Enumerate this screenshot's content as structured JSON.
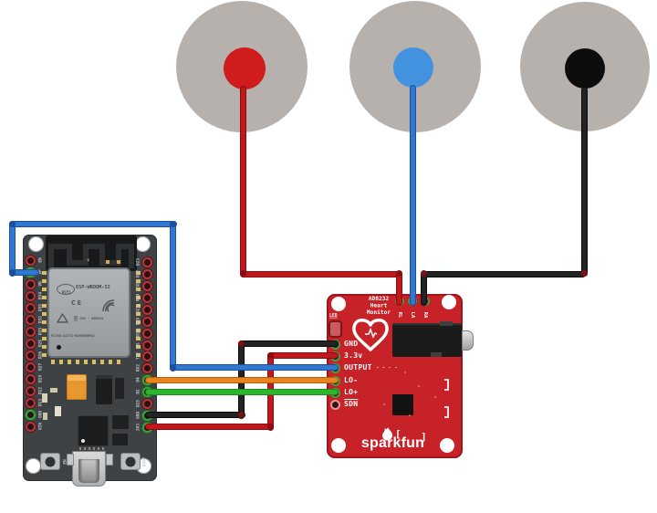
{
  "palette": {
    "pad_gray": "#b7b1ae",
    "dot_red": "#d01c1c",
    "dot_blue": "#4292e0",
    "dot_black": "#0d0d0d",
    "wire_red": "#c0181c",
    "wire_red_dark": "#8c0d10",
    "wire_black": "#212325",
    "wire_black_dark": "#0a0a0a",
    "wire_blue": "#2f77d1",
    "wire_blue_dark": "#1c4e9e",
    "wire_orange": "#e8851f",
    "wire_orange_dark": "#b55f0c",
    "wire_green": "#2db52d",
    "wire_green_dark": "#1d8a1d",
    "board_red": "#c62228",
    "board_red_dark": "#9e161b",
    "pin_ring_red": "#b5383d",
    "pin_ring_green": "#3da144"
  },
  "electrodes": [
    {
      "id": "red-electrode",
      "wire_color": "red",
      "connects_to": "RL"
    },
    {
      "id": "blue-electrode",
      "wire_color": "blue",
      "connects_to": "LA"
    },
    {
      "id": "black-electrode",
      "wire_color": "black",
      "connects_to": "RA"
    }
  ],
  "esp32": {
    "shield_model": "ESP-WROOM-32",
    "wifi": "WiFi",
    "ce": "CE",
    "cert_r": "R",
    "cert_num": "205 - 000519",
    "fcc": "FCC9D:2AC7Z-ESPWROOM32",
    "antenna_label": "c",
    "en_label": "EN",
    "boot_label": "BOOT",
    "left_pins": [
      "EN",
      "VP",
      "VN",
      "D34",
      "D35",
      "D32",
      "D33",
      "D25",
      "D26",
      "D27",
      "D14",
      "D12",
      "D13",
      "GND",
      "VIN"
    ],
    "right_pins": [
      "D23",
      "D22",
      "TXD",
      "RXD",
      "D21",
      "D19",
      "D18",
      "D5",
      "TX2",
      "RX2",
      "D4",
      "D2",
      "D15",
      "GND",
      "3V3"
    ],
    "left_connected": [
      1,
      13
    ],
    "right_connected": [
      10,
      11,
      13,
      14
    ]
  },
  "ad8232": {
    "title1": "AD8232",
    "title2": "Heart Monitor",
    "led": "LED",
    "top_pins": [
      "RL",
      "LA",
      "RA"
    ],
    "left_pins": [
      "GND",
      "3.3v",
      "OUTPUT",
      "LO-",
      "LO+",
      "SDN"
    ],
    "silk_dashes": "- - - -",
    "bracket_open": "[",
    "bracket_close": "]",
    "logo": "sparkfun"
  },
  "wires": [
    {
      "color": "red",
      "from": "red-electrode",
      "to": "AD8232 RL"
    },
    {
      "color": "blue",
      "from": "blue-electrode",
      "to": "AD8232 LA"
    },
    {
      "color": "black",
      "from": "black-electrode",
      "to": "AD8232 RA"
    },
    {
      "color": "black",
      "from": "ESP32 GND",
      "to": "AD8232 GND"
    },
    {
      "color": "red",
      "from": "ESP32 3V3",
      "to": "AD8232 3.3v"
    },
    {
      "color": "blue",
      "from": "ESP32 VP",
      "to": "AD8232 OUTPUT"
    },
    {
      "color": "orange",
      "from": "ESP32 D4",
      "to": "AD8232 LO-"
    },
    {
      "color": "green",
      "from": "ESP32 D2",
      "to": "AD8232 LO+"
    }
  ]
}
